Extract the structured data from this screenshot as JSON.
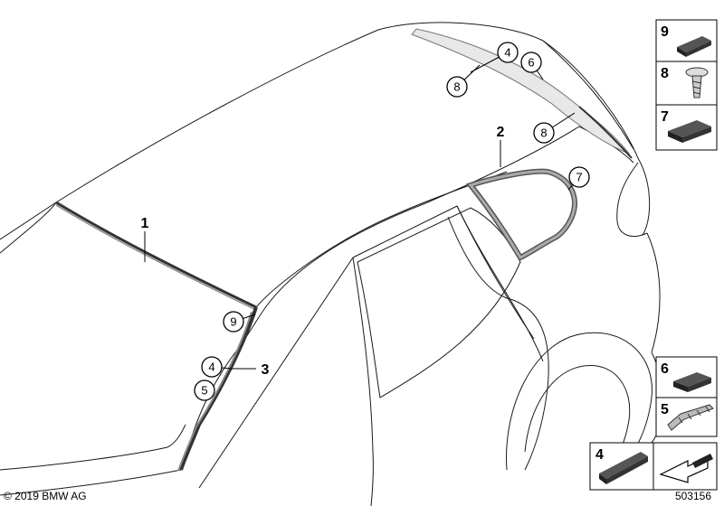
{
  "colors": {
    "line": "#1a1a1a",
    "part_dark": "#333333",
    "seal_grey": "#8a8a8a",
    "panel_border": "#000000"
  },
  "main_labels": [
    "1",
    "2",
    "3"
  ],
  "callouts": [
    "4",
    "6",
    "8",
    "8",
    "7",
    "9",
    "4",
    "5"
  ],
  "side_panels": [
    {
      "number": "9",
      "icon": "foam-pad-icon"
    },
    {
      "number": "8",
      "icon": "screw-icon"
    },
    {
      "number": "7",
      "icon": "foam-pad-icon"
    },
    {
      "number": "6",
      "icon": "foam-pad-icon"
    },
    {
      "number": "5",
      "icon": "clip-icon"
    },
    {
      "number": "4",
      "icon": "foam-strip-icon"
    }
  ],
  "footer": {
    "copyright": "© 2019 BMW AG",
    "diagram_number": "503156"
  }
}
